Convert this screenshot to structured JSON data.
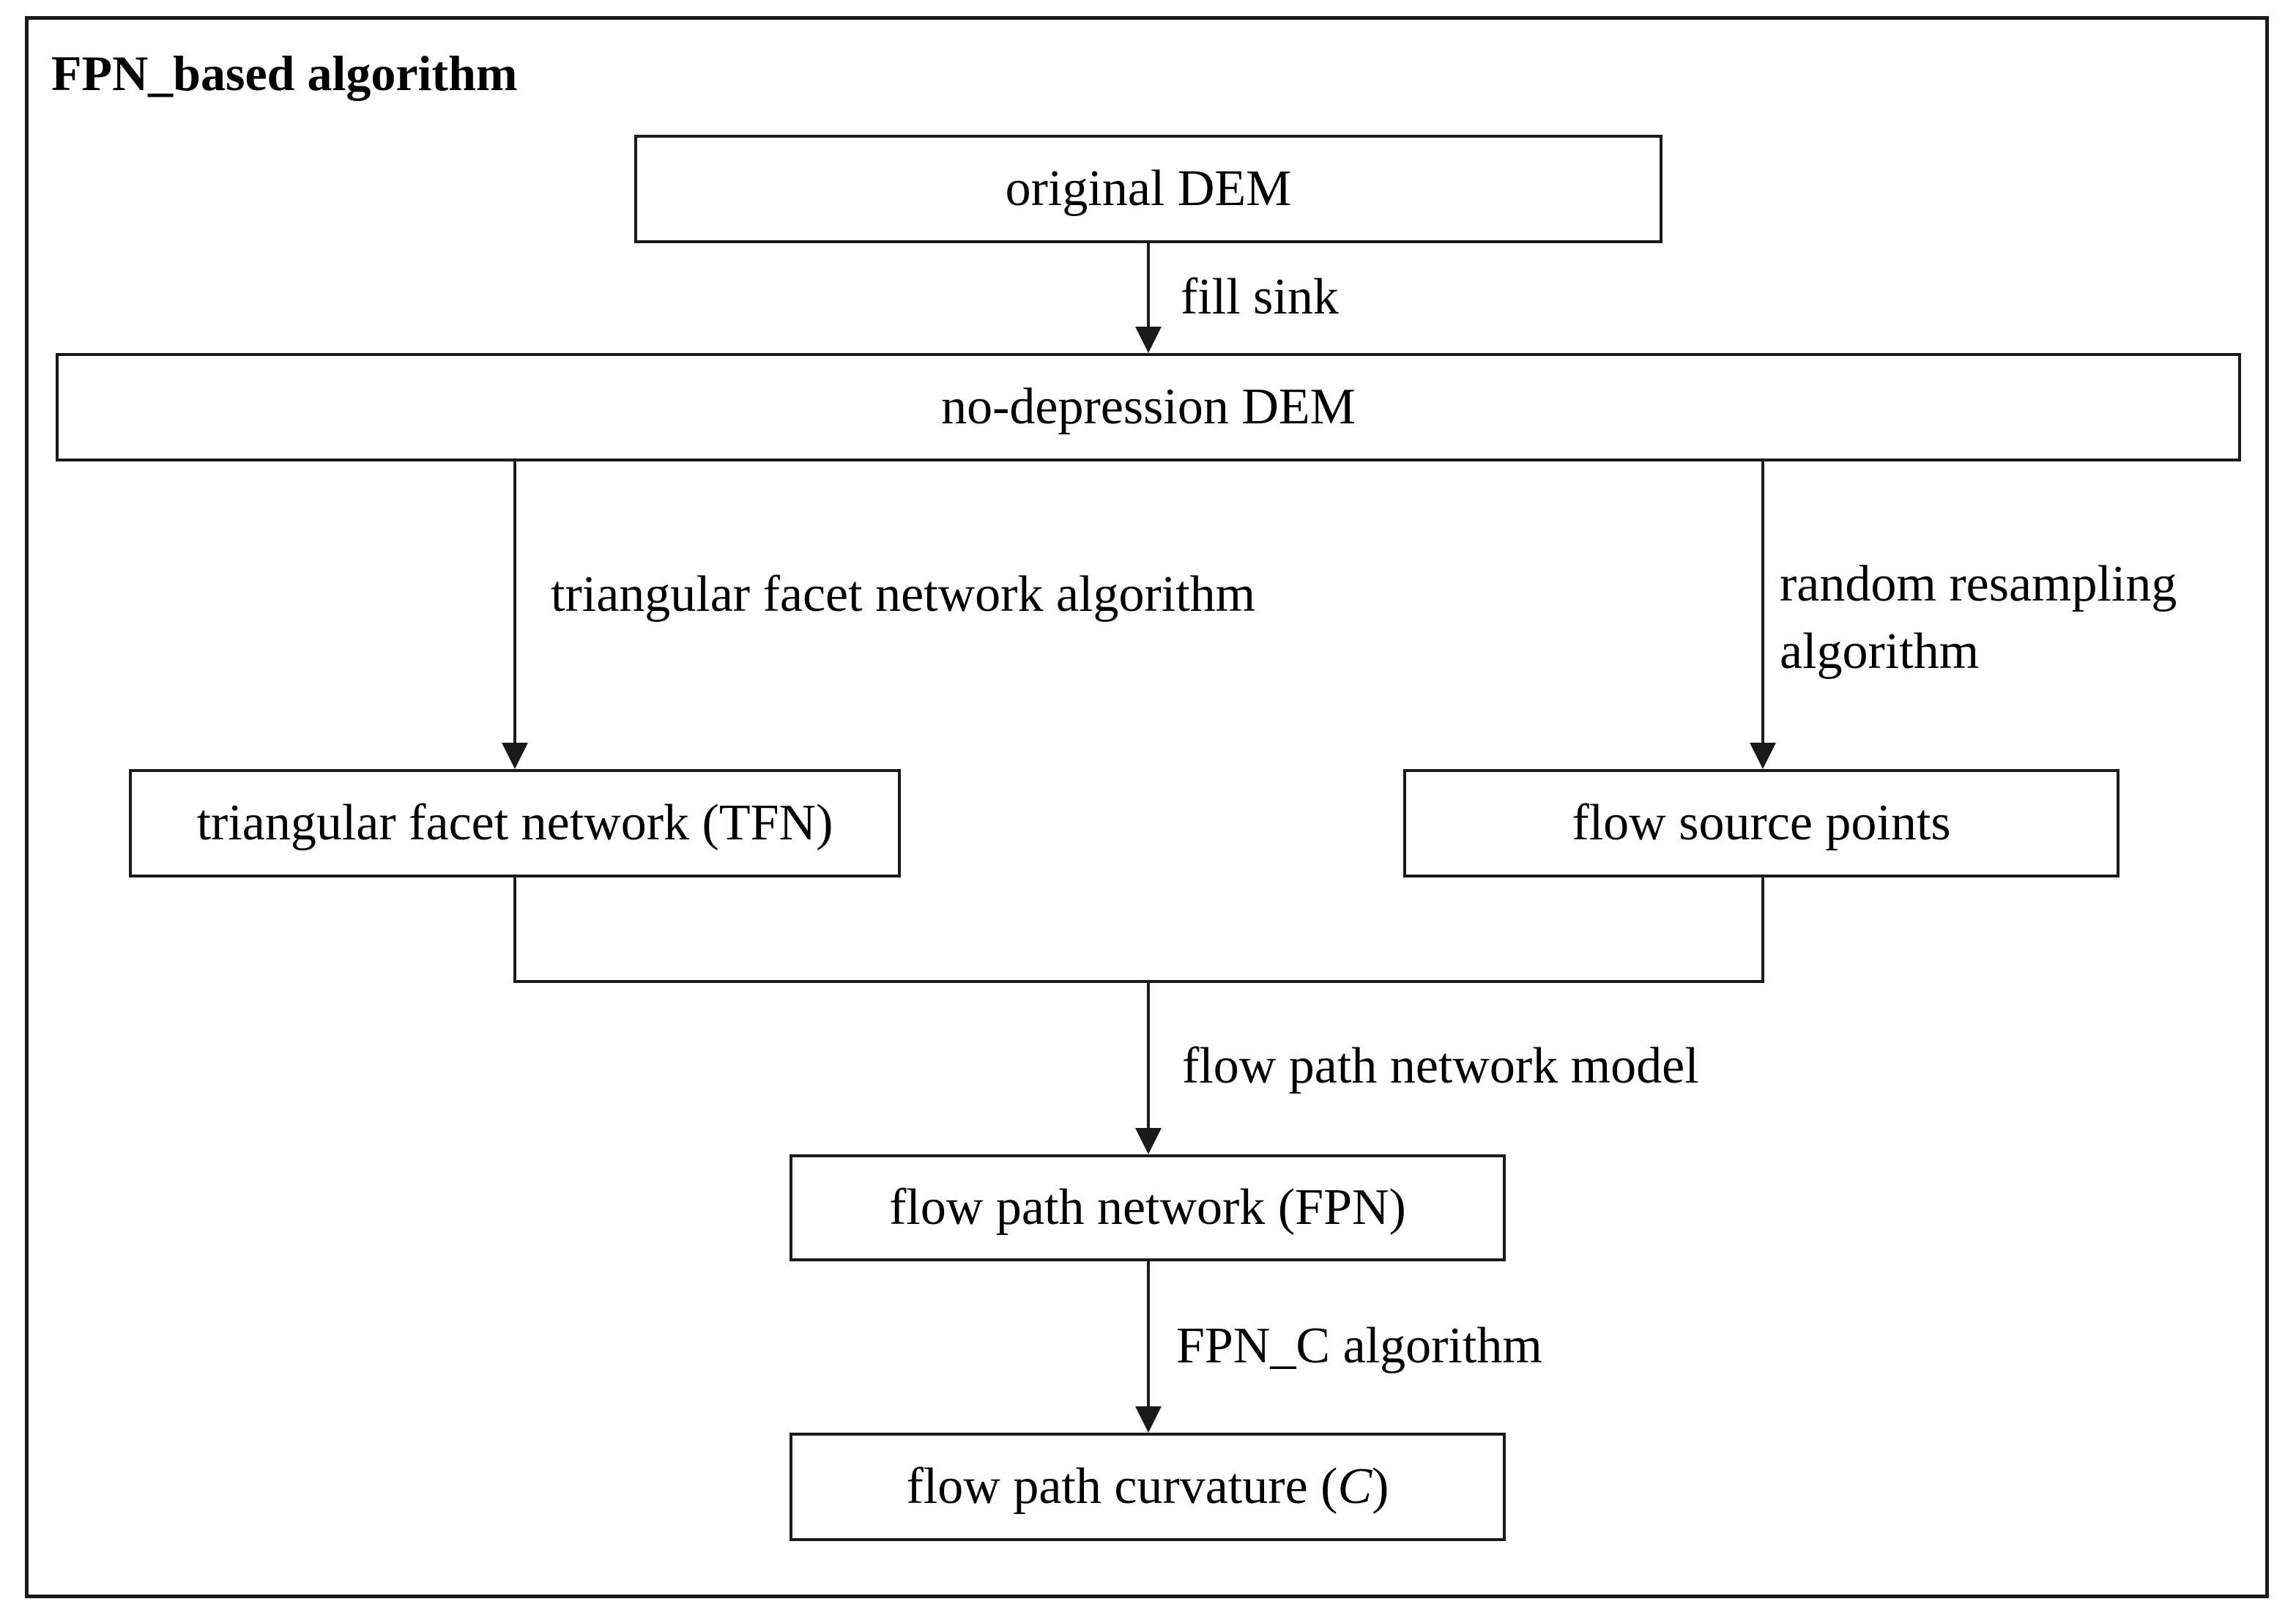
{
  "diagram": {
    "title": "FPN_based algorithm",
    "nodes": {
      "original_dem": "original DEM",
      "no_depression_dem": "no-depression DEM",
      "tfn": "triangular facet network (TFN)",
      "flow_source_points": "flow source points",
      "fpn": "flow path network (FPN)",
      "curvature_prefix": "flow path curvature (",
      "curvature_symbol": "C",
      "curvature_suffix": ")"
    },
    "edges": {
      "fill_sink": "fill sink",
      "tfn_algorithm": "triangular facet network algorithm",
      "random_resampling": "random resampling algorithm",
      "fpn_model": "flow path network model",
      "fpn_c_algorithm": "FPN_C algorithm"
    }
  }
}
